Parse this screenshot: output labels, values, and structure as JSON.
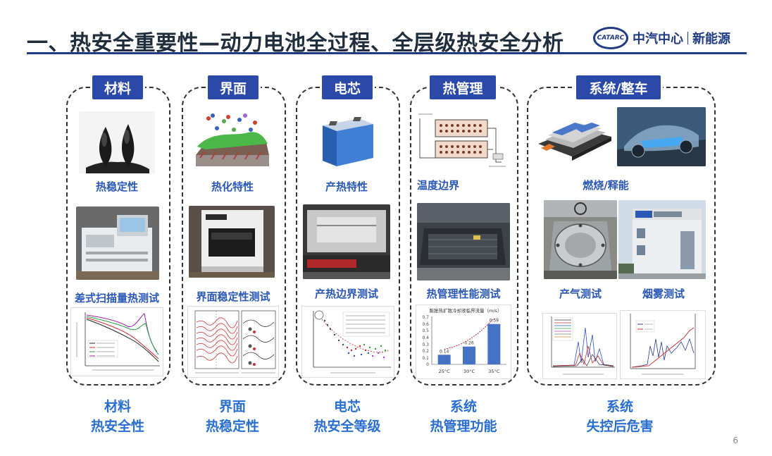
{
  "title": "一、热安全重要性—动力电池全过程、全层级热安全分析",
  "logo": {
    "mark": "CATARC",
    "org1": "中汽中心",
    "org2": "新能源"
  },
  "columns": [
    {
      "tag": "材料",
      "cap1": "热稳定性",
      "cap2": "差式扫描量热测试",
      "bottom1": "材料",
      "bottom2": "热安全性"
    },
    {
      "tag": "界面",
      "cap1": "热化特性",
      "cap2": "界面稳定性测试",
      "bottom1": "界面",
      "bottom2": "热稳定性"
    },
    {
      "tag": "电芯",
      "cap1": "产热特性",
      "cap2": "产热边界测试",
      "bottom1": "电芯",
      "bottom2": "热安全等级"
    },
    {
      "tag": "热管理",
      "cap1": "温度边界",
      "cap2": "热管理性能测试",
      "bottom1": "系统",
      "bottom2": "热管理功能"
    },
    {
      "tag": "系统/整车",
      "cap1": "燃烧/释能",
      "cap2a": "产气测试",
      "cap2b": "烟雾测试",
      "bottom1": "系统",
      "bottom2": "失控后危害"
    }
  ],
  "bar_chart": {
    "title": "膨胀热扩散冷却液临界流量（m/s）",
    "categories": [
      "25°C",
      "30°C",
      "35°C"
    ],
    "values": [
      0.14,
      0.26,
      0.59
    ],
    "ylim": [
      0,
      0.7
    ],
    "yticks": [
      "0.7",
      "0.6",
      "0.5",
      "0.4",
      "0.3",
      "0.2",
      "0.1",
      "0"
    ],
    "bar_color": "#4472c4"
  },
  "page_number": "6"
}
